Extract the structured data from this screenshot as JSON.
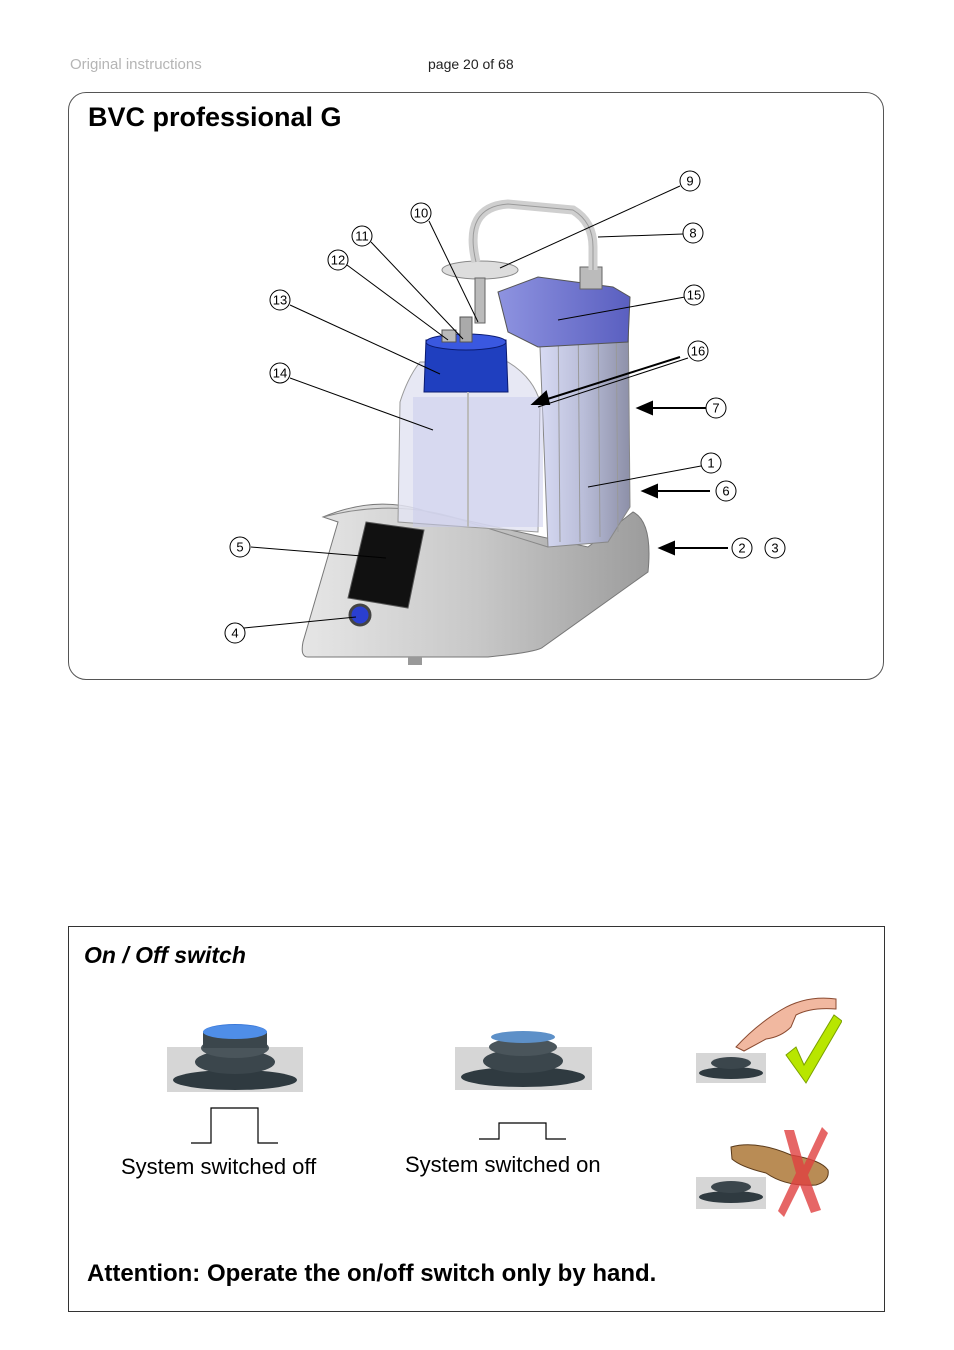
{
  "header": {
    "left": "Original instructions",
    "page": "page 20 of 68"
  },
  "figure": {
    "title": "BVC professional G",
    "callouts": [
      "9",
      "10",
      "8",
      "11",
      "12",
      "15",
      "13",
      "16",
      "14",
      "7",
      "1",
      "6",
      "5",
      "2",
      "3",
      "4"
    ]
  },
  "switch_section": {
    "title": "On / Off switch",
    "off_label": "System switched off",
    "on_label": "System switched on",
    "attention": "Attention: Operate the on/off switch only by hand."
  },
  "colors": {
    "pump_blue": "#7a80d8",
    "cap_blue": "#1f3fbf",
    "housing_grey": "#b8b8b8",
    "check_green": "#b8e600",
    "cross_red": "#e04040"
  }
}
